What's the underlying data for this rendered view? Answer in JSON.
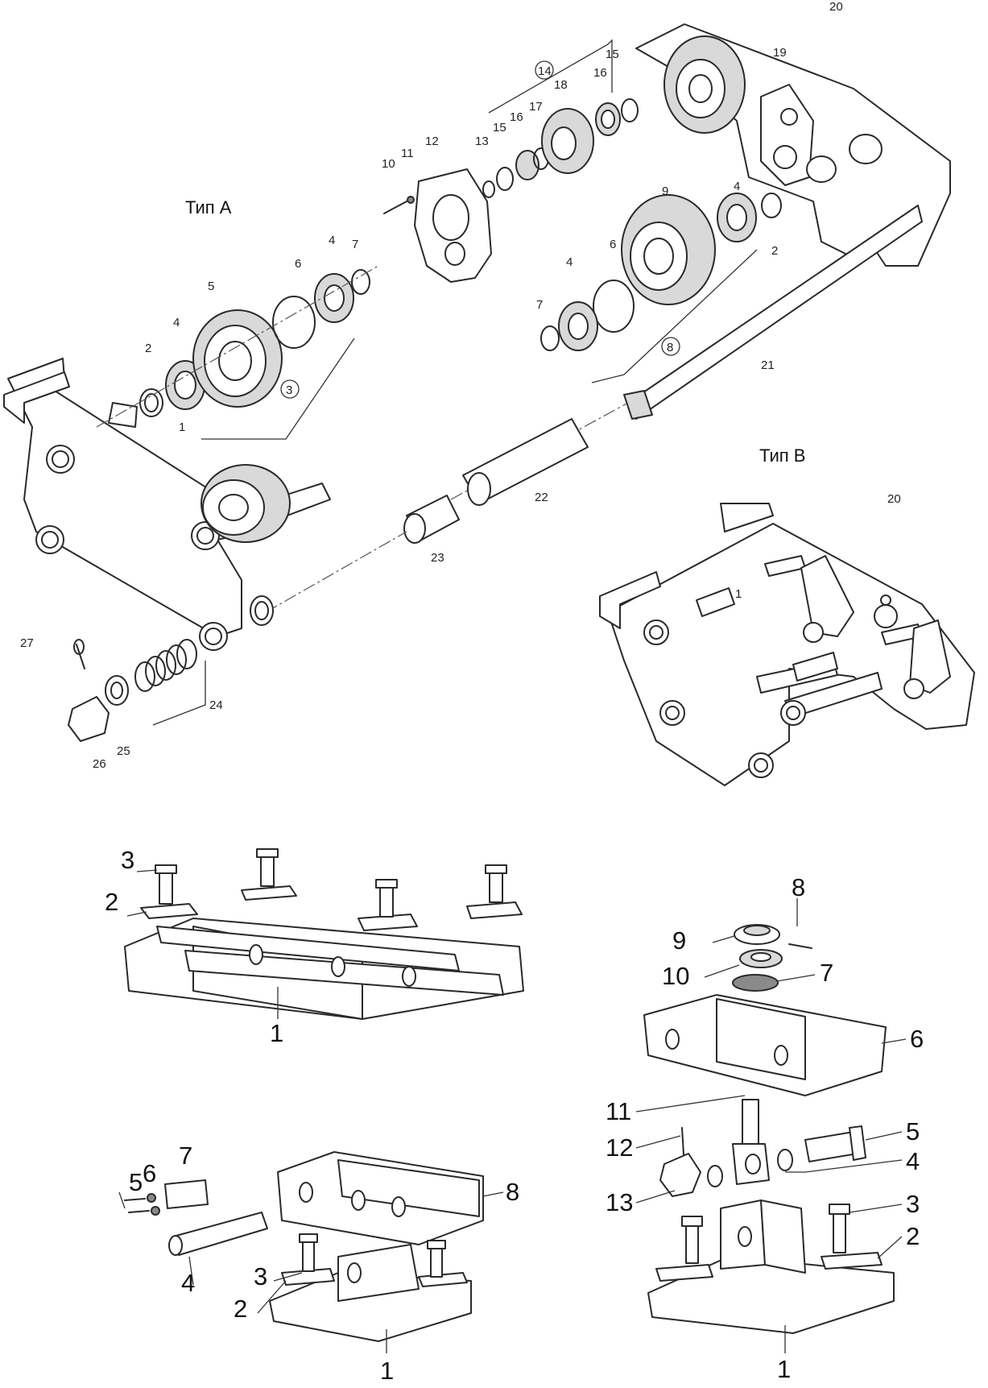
{
  "titles": {
    "type_a": "Тип А",
    "type_b": "Тип В"
  },
  "top_callouts": [
    "1",
    "2",
    "3",
    "4",
    "4",
    "5",
    "6",
    "7",
    "8",
    "9",
    "10",
    "11",
    "12",
    "13",
    "14",
    "15",
    "15",
    "16",
    "16",
    "17",
    "18",
    "19",
    "20",
    "21",
    "22",
    "23",
    "24",
    "25",
    "26",
    "27",
    "4",
    "6",
    "7",
    "2",
    "20",
    "1"
  ],
  "labels": {
    "t1": "1",
    "t2": "2",
    "t3": "3",
    "t4a": "4",
    "t4b": "4",
    "t5": "5",
    "t6a": "6",
    "t7a": "7",
    "t10": "10",
    "t11": "11",
    "t12": "12",
    "t13": "13",
    "t14": "14",
    "t15a": "15",
    "t15b": "15",
    "t16a": "16",
    "t16b": "16",
    "t17": "17",
    "t18": "18",
    "t19": "19",
    "t20": "20",
    "t9": "9",
    "t4c": "4",
    "t4d": "4",
    "t6b": "6",
    "t7b": "7",
    "t8": "8",
    "t2b": "2",
    "t21": "21",
    "t22": "22",
    "t23": "23",
    "t24": "24",
    "t25": "25",
    "t26": "26",
    "t27": "27",
    "tb20": "20",
    "tb1": "1"
  },
  "frame_labels": {
    "f3": "3",
    "f2": "2",
    "f1": "1"
  },
  "mount_left_labels": {
    "m5": "5",
    "m6": "6",
    "m7": "7",
    "m8": "8",
    "m4": "4",
    "m3": "3",
    "m2": "2",
    "m1": "1"
  },
  "mount_right_labels": {
    "r8": "8",
    "r9": "9",
    "r10": "10",
    "r7": "7",
    "r6": "6",
    "r11": "11",
    "r12": "12",
    "r5": "5",
    "r4": "4",
    "r13": "13",
    "r3": "3",
    "r2": "2",
    "r1": "1"
  }
}
